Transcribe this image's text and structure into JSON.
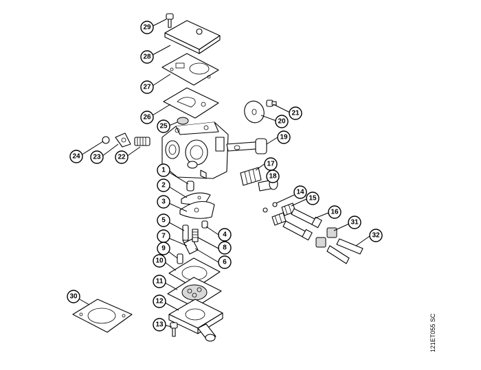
{
  "figure_code": "121ET055 SC",
  "callouts": [
    {
      "id": "29",
      "label": "29"
    },
    {
      "id": "28",
      "label": "28"
    },
    {
      "id": "27",
      "label": "27"
    },
    {
      "id": "26",
      "label": "26"
    },
    {
      "id": "25",
      "label": "25"
    },
    {
      "id": "21",
      "label": "21"
    },
    {
      "id": "20",
      "label": "20"
    },
    {
      "id": "19",
      "label": "19"
    },
    {
      "id": "24",
      "label": "24"
    },
    {
      "id": "23",
      "label": "23"
    },
    {
      "id": "22",
      "label": "22"
    },
    {
      "id": "17",
      "label": "17"
    },
    {
      "id": "18",
      "label": "18"
    },
    {
      "id": "14",
      "label": "14"
    },
    {
      "id": "15",
      "label": "15"
    },
    {
      "id": "16",
      "label": "16"
    },
    {
      "id": "31",
      "label": "31"
    },
    {
      "id": "32",
      "label": "32"
    },
    {
      "id": "1",
      "label": "1"
    },
    {
      "id": "2",
      "label": "2"
    },
    {
      "id": "3",
      "label": "3"
    },
    {
      "id": "4",
      "label": "4"
    },
    {
      "id": "5",
      "label": "5"
    },
    {
      "id": "7",
      "label": "7"
    },
    {
      "id": "8",
      "label": "8"
    },
    {
      "id": "9",
      "label": "9"
    },
    {
      "id": "6",
      "label": "6"
    },
    {
      "id": "10",
      "label": "10"
    },
    {
      "id": "11",
      "label": "11"
    },
    {
      "id": "12",
      "label": "12"
    },
    {
      "id": "13",
      "label": "13"
    },
    {
      "id": "30",
      "label": "30"
    }
  ]
}
